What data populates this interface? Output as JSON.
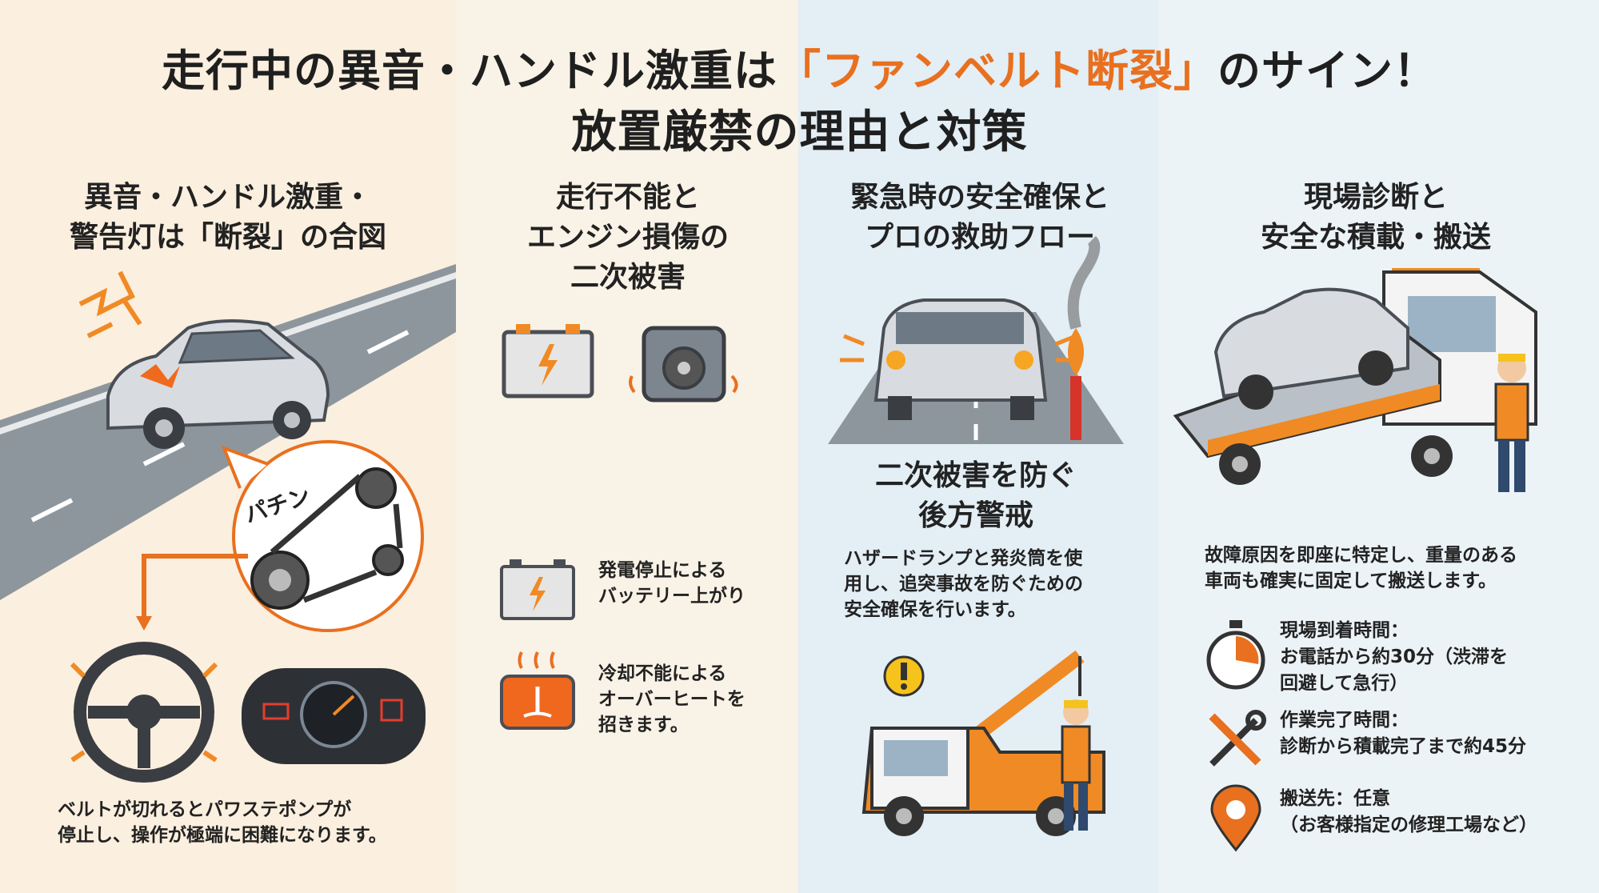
{
  "title": {
    "line1_pre": "走行中の異音・ハンドル激重は",
    "line1_highlight": "「ファンベルト断裂」",
    "line1_post": "のサイン！",
    "line2": "放置厳禁の理由と対策"
  },
  "col1": {
    "heading_line1": "異音・ハンドル激重・",
    "heading_line2": "警告灯は「断裂」の合図",
    "bubble_text": "パチン",
    "caption_line1": "ベルトが切れるとパワステポンプが",
    "caption_line2": "停止し、操作が極端に困難になります。"
  },
  "col2": {
    "heading_line1": "走行不能と",
    "heading_line2": "エンジン損傷の",
    "heading_line3": "二次被害",
    "item1_line1": "発電停止による",
    "item1_line2": "バッテリー上がり",
    "item2_line1": "冷却不能による",
    "item2_line2": "オーバーヒートを",
    "item2_line3": "招きます。"
  },
  "col3": {
    "heading_line1": "緊急時の安全確保と",
    "heading_line2": "プロの救助フロー",
    "subheading_line1": "二次被害を防ぐ",
    "subheading_line2": "後方警戒",
    "body_line1": "ハザードランプと発炎筒を使",
    "body_line2": "用し、追突事故を防ぐための",
    "body_line3": "安全確保を行います。"
  },
  "col4": {
    "heading_line1": "現場診断と",
    "heading_line2": "安全な積載・搬送",
    "body_line1": "故障原因を即座に特定し、重量のある",
    "body_line2": "車両も確実に固定して搬送します。",
    "arrival_label": "現場到着時間：",
    "arrival_line1": "お電話から約30分（渋滞を",
    "arrival_line2": "回避して急行）",
    "work_label": "作業完了時間：",
    "work_line1": "診断から積載完了まで約45分",
    "dest_label": "搬送先：任意",
    "dest_line1": "（お客様指定の修理工場など）"
  },
  "colors": {
    "accent": "#e8701f",
    "road": "#8e969d",
    "car": "#d8dbdf",
    "truck": "#f08a24"
  }
}
